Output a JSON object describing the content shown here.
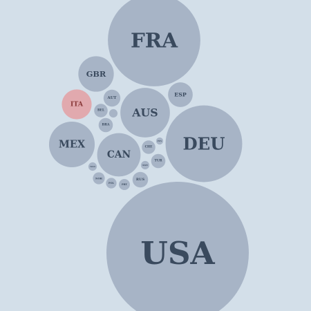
{
  "chart_data": {
    "type": "bubble",
    "bubbles": [
      {
        "label": "USA",
        "value": 100.0,
        "highlight": false
      },
      {
        "label": "FRA",
        "value": 42.2,
        "highlight": false
      },
      {
        "label": "DEU",
        "value": 29.0,
        "highlight": false
      },
      {
        "label": "AUS",
        "value": 12.1,
        "highlight": false
      },
      {
        "label": "CAN",
        "value": 9.3,
        "highlight": false
      },
      {
        "label": "MEX",
        "value": 10.3,
        "highlight": false
      },
      {
        "label": "GBR",
        "value": 6.2,
        "highlight": false
      },
      {
        "label": "ITA",
        "value": 4.4,
        "highlight": true
      },
      {
        "label": "ESP",
        "value": 3.0,
        "highlight": false
      },
      {
        "label": "AUT",
        "value": 1.4,
        "highlight": false
      },
      {
        "label": "BEL",
        "value": 0.9,
        "highlight": false
      },
      {
        "label": "BRA",
        "value": 1.0,
        "highlight": false
      },
      {
        "label": "CHE",
        "value": 0.9,
        "highlight": false
      },
      {
        "label": "TUR",
        "value": 1.0,
        "highlight": false
      },
      {
        "label": "RUS",
        "value": 1.2,
        "highlight": false
      },
      {
        "label": "NOR",
        "value": 0.7,
        "highlight": false
      },
      {
        "label": "POL",
        "value": 0.55,
        "highlight": false
      },
      {
        "label": "PRT",
        "value": 0.6,
        "highlight": false
      },
      {
        "label": "NLD",
        "value": 0.35,
        "highlight": false
      },
      {
        "label": "SWE",
        "value": 0.35,
        "highlight": false
      },
      {
        "label": "FIN",
        "value": 0.25,
        "highlight": false
      },
      {
        "label": "",
        "value": 0.35,
        "highlight": false
      }
    ],
    "colors": {
      "background": "#d3dfe9",
      "bubble": "#a7b4c6",
      "highlight": "#e1a9ae",
      "label": "#3a4a5e",
      "highlight_label": "#8a3a3a"
    }
  }
}
